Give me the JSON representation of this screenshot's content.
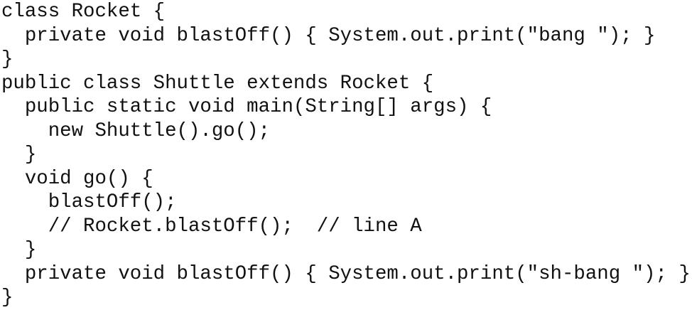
{
  "code": {
    "lines": [
      "class Rocket {",
      "  private void blastOff() { System.out.print(\"bang \"); }",
      "}",
      "public class Shuttle extends Rocket {",
      "  public static void main(String[] args) {",
      "    new Shuttle().go();",
      "  }",
      "  void go() {",
      "    blastOff();",
      "    // Rocket.blastOff();  // line A",
      "  }",
      "  private void blastOff() { System.out.print(\"sh-bang \"); }",
      "}"
    ]
  }
}
